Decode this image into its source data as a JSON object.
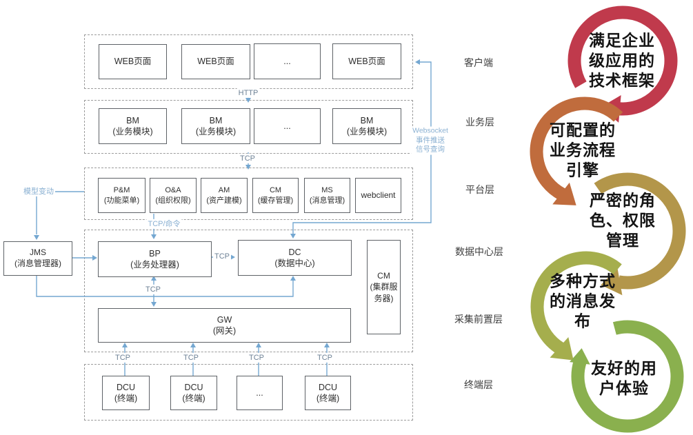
{
  "diagram": {
    "layer_labels": [
      {
        "id": "client",
        "text": "客户端"
      },
      {
        "id": "business",
        "text": "业务层"
      },
      {
        "id": "platform",
        "text": "平台层"
      },
      {
        "id": "datacenter",
        "text": "数据中心层"
      },
      {
        "id": "acquisition",
        "text": "采集前置层"
      },
      {
        "id": "terminal",
        "text": "终端层"
      }
    ],
    "nodes": {
      "web_page": "WEB页面",
      "dots": "...",
      "bm": "BM\n(业务模块)",
      "pm": "P&M\n(功能菜单)",
      "oa": "O&A\n(组织权限)",
      "am": "AM\n(资产建模)",
      "cm_cache": "CM\n(缓存管理)",
      "ms": "MS\n(消息管理)",
      "webclient": "webclient",
      "jms": "JMS\n(消息管理器)",
      "bp": "BP\n(业务处理器)",
      "dc": "DC\n(数据中心)",
      "cm_cluster": "CM\n(集群服\n务器)",
      "gw": "GW\n(网关)",
      "dcu": "DCU\n(终端)"
    },
    "connector_labels": {
      "http": "HTTP",
      "tcp": "TCP",
      "tcp_cmd": "TCP/命令",
      "websocket": "Websocket\n事件推送\n信号查询",
      "model_change": "模型变动"
    },
    "colors": {
      "line": "#74a7d1",
      "label_blue": "#8ab0d2",
      "label_gray": "#6e8296",
      "box_border": "#5d6166",
      "dashed_border": "#9a9a9a"
    }
  },
  "features": [
    {
      "text": "满足企业\n级应用的\n技术框架",
      "color": "#c03a4c"
    },
    {
      "text": "可配置的\n业务流程\n引擎",
      "color": "#c06c3d"
    },
    {
      "text": "严密的角\n色、权限\n管理",
      "color": "#b3964a"
    },
    {
      "text": "多种方式\n的消息发\n布",
      "color": "#a5ae4d"
    },
    {
      "text": "友好的用\n户体验",
      "color": "#8ab04e"
    }
  ]
}
